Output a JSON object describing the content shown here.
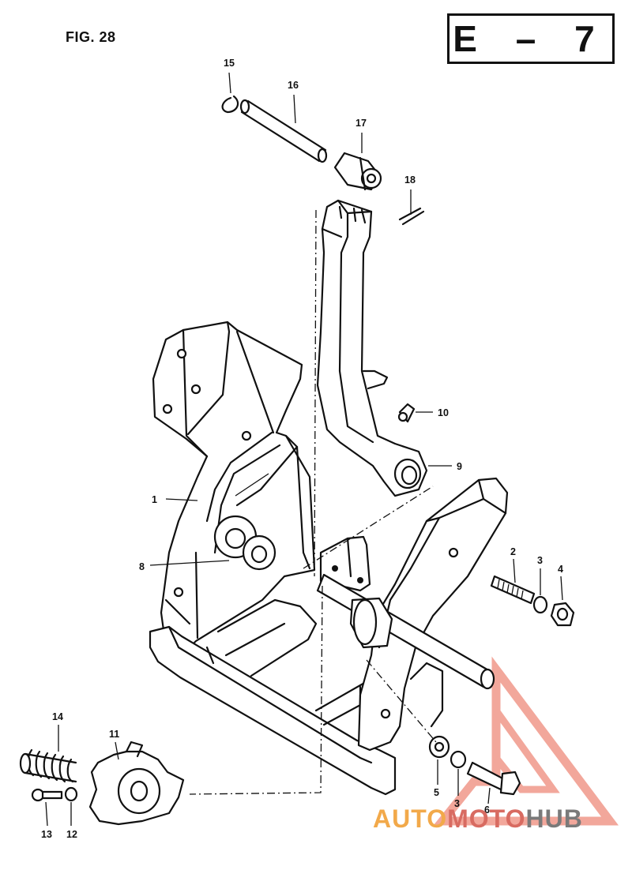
{
  "figure": {
    "title": "FIG. 28",
    "sheet": "E  –  7"
  },
  "callouts": [
    "1",
    "2",
    "3",
    "4",
    "5",
    "3",
    "6",
    "8",
    "9",
    "10",
    "11",
    "12",
    "13",
    "14",
    "15",
    "16",
    "17",
    "18"
  ],
  "watermark": {
    "parts": [
      "AUTO",
      "MOTO",
      "HUB"
    ],
    "colors": {
      "auto": "#f2a94a",
      "moto": "#d86b61",
      "hub": "#7a7a7a",
      "triangle": "#ee8a7a"
    }
  }
}
